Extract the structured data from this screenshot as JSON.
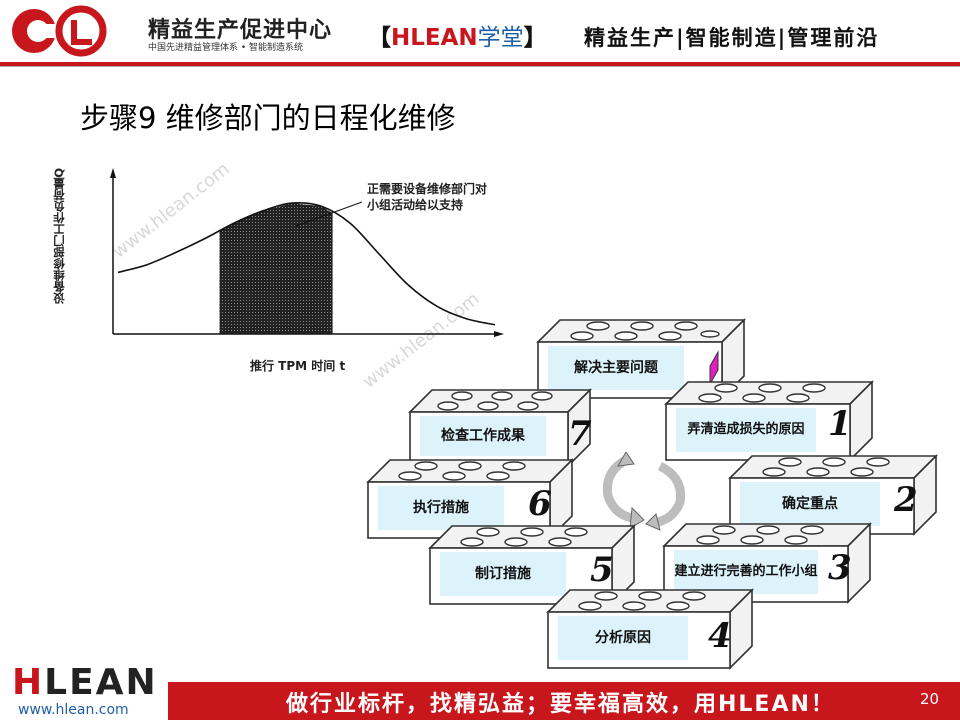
{
  "header": {
    "brand_name": "精益生产促进中心",
    "brand_sub": "中国先进精益管理体系 • 智能制造系统",
    "academy_open": "【",
    "academy_h": "HLEAN",
    "academy_xt": "学堂",
    "academy_close": "】",
    "tagline": "精益生产|智能制造|管理前沿"
  },
  "slide": {
    "title": "步骤9  维修部门的日程化维修"
  },
  "chart_data": {
    "type": "area",
    "ylabel": "设备维修部门工作负荷量Q",
    "xlabel": "推行 TPM 时间 t",
    "annotation": "正需要设备维修部门对小组活动给以支持",
    "grid": false,
    "series": [
      {
        "values": [
          0.4,
          0.45,
          0.53,
          0.62,
          0.72,
          0.8,
          0.85,
          0.83,
          0.72,
          0.52,
          0.32,
          0.18,
          0.1,
          0.06
        ]
      }
    ],
    "x": [
      0,
      1,
      2,
      3,
      4,
      5,
      6,
      7,
      8,
      9,
      10,
      11,
      12,
      13
    ],
    "shaded_region_x": [
      3.5,
      7.4
    ]
  },
  "watermark": "www.hlean.com",
  "bricks": [
    {
      "label": "解决主要问题",
      "num": ""
    },
    {
      "label": "检查工作成果",
      "num": "7"
    },
    {
      "label": "弄清造成损失的原因",
      "num": "1"
    },
    {
      "label": "执行措施",
      "num": "6"
    },
    {
      "label": "确定重点",
      "num": "2"
    },
    {
      "label": "制订措施",
      "num": "5"
    },
    {
      "label": "建立进行完善的工作小组",
      "num": "3"
    },
    {
      "label": "分析原因",
      "num": "4"
    }
  ],
  "colors": {
    "accent_red": "#c8161d",
    "label_bg": "#ddf3fb",
    "brand_blue": "#1f5fa8",
    "magenta": "#e020c0"
  },
  "footer": {
    "slogan": "做行业标杆，找精弘益；要幸福高效，用HLEAN！",
    "page": "20",
    "logo_h": "H",
    "logo_rest": "LEAN",
    "url": "www.hlean.com"
  }
}
